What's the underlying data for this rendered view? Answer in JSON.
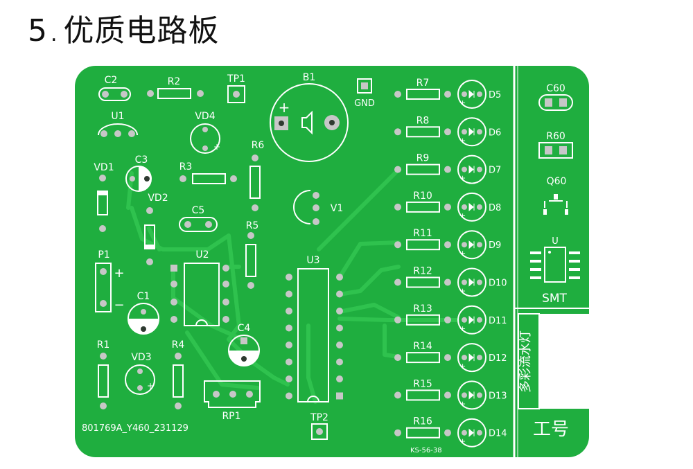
{
  "header": {
    "number": "5",
    "title": "优质电路板"
  },
  "colors": {
    "board": "#1fae3f",
    "trace": "#2fc24e",
    "silk": "#ffffff",
    "pad": "#c7c7c7",
    "hole": "#2e3a30"
  },
  "board": {
    "serial": "801769A_Y460_231129",
    "model_code": "KS-56-38",
    "product_label": "多彩流水灯",
    "worker_label": "工号",
    "smt_label": "SMT",
    "component_labels": {
      "c2": "C2",
      "r2": "R2",
      "tp1": "TP1",
      "b1": "B1",
      "gnd": "GND",
      "u1": "U1",
      "vd4": "VD4",
      "r6": "R6",
      "vd1": "VD1",
      "c3": "C3",
      "r3": "R3",
      "vd2": "VD2",
      "c5": "C5",
      "v1": "V1",
      "r5": "R5",
      "p1": "P1",
      "u2": "U2",
      "u3": "U3",
      "c1": "C1",
      "c4": "C4",
      "r1": "R1",
      "vd3": "VD3",
      "r4": "R4",
      "rp1": "RP1",
      "tp2": "TP2",
      "c60": "C60",
      "r60": "R60",
      "q60": "Q60",
      "u": "U"
    },
    "resistor_leds": [
      {
        "resistor": "R7",
        "led": "D5"
      },
      {
        "resistor": "R8",
        "led": "D6"
      },
      {
        "resistor": "R9",
        "led": "D7"
      },
      {
        "resistor": "R10",
        "led": "D8"
      },
      {
        "resistor": "R11",
        "led": "D9"
      },
      {
        "resistor": "R12",
        "led": "D10"
      },
      {
        "resistor": "R13",
        "led": "D11"
      },
      {
        "resistor": "R14",
        "led": "D12"
      },
      {
        "resistor": "R15",
        "led": "D13"
      },
      {
        "resistor": "R16",
        "led": "D14"
      }
    ],
    "p1_plus": "+",
    "p1_minus": "−"
  }
}
